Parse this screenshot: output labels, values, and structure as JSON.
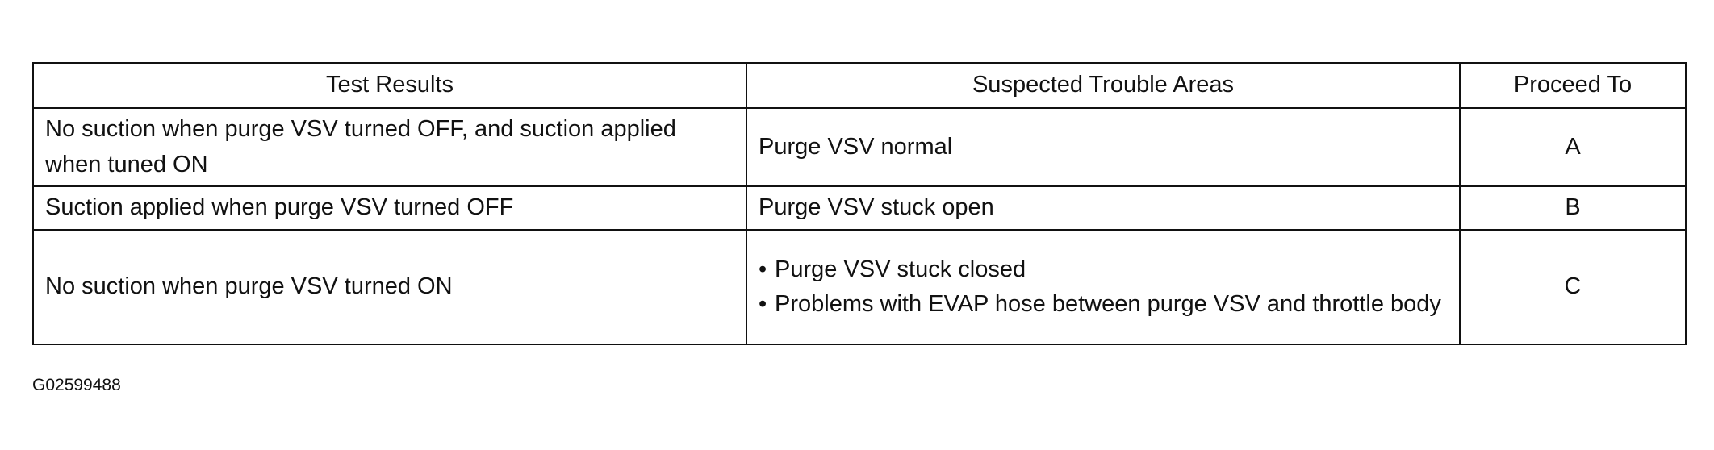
{
  "table": {
    "headers": [
      "Test Results",
      "Suspected Trouble Areas",
      "Proceed To"
    ],
    "rows": [
      {
        "result": "No suction when purge VSV turned OFF, and suction applied when tuned ON",
        "trouble_areas": [
          "Purge VSV normal"
        ],
        "proceed_to": "A"
      },
      {
        "result": "Suction applied when purge VSV turned OFF",
        "trouble_areas": [
          "Purge VSV stuck open"
        ],
        "proceed_to": "B"
      },
      {
        "result": "No suction when purge VSV turned ON",
        "trouble_areas": [
          "Purge VSV stuck closed",
          "Problems with EVAP hose between purge VSV and throttle body"
        ],
        "proceed_to": "C"
      }
    ],
    "bullet_glyph": "•"
  },
  "figure_id": "G02599488"
}
